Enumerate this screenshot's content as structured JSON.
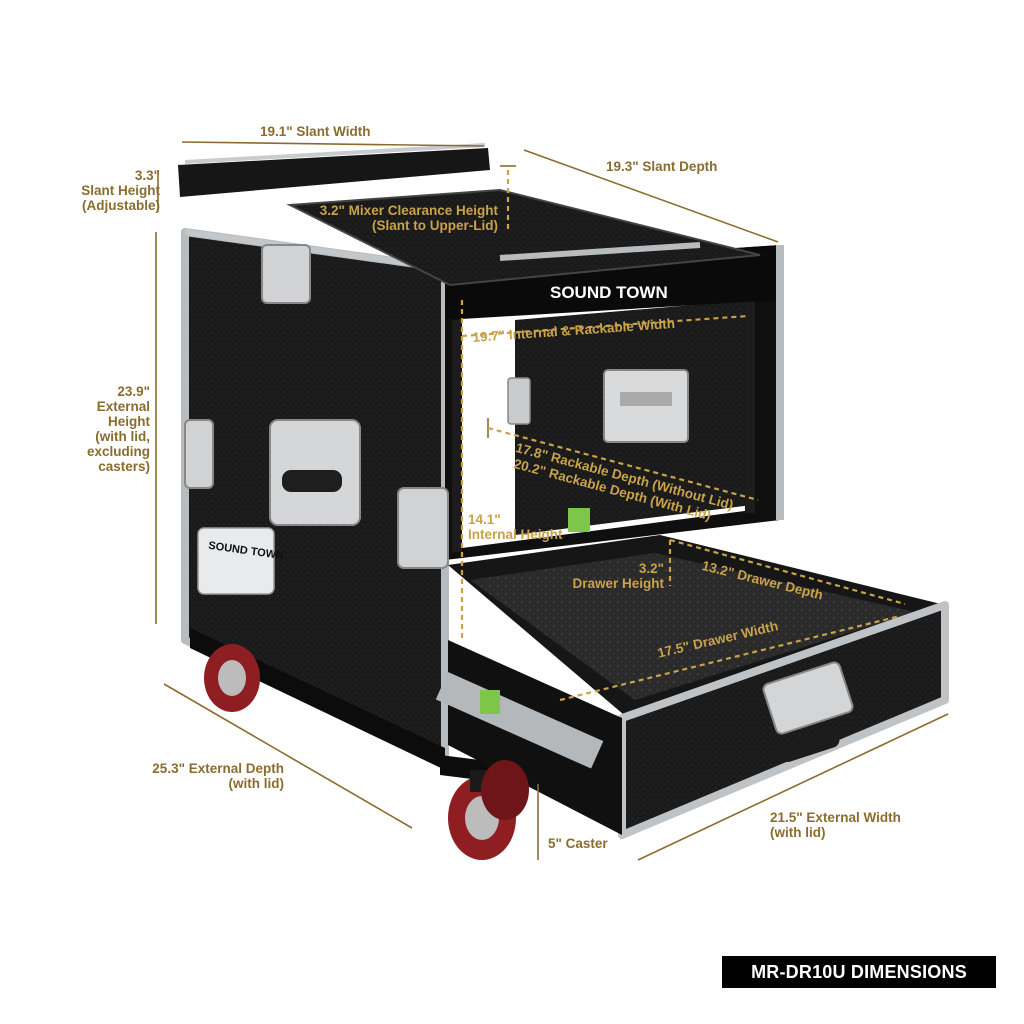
{
  "product_tag": "MR-DR10U DIMENSIONS",
  "brand": "SOUND TOWN",
  "colors": {
    "dimension_line": "#8a6d2e",
    "case_black": "#141414",
    "aluminum": "#c9ccce",
    "wheel_red": "#8e1e22",
    "tag_background": "#000000"
  },
  "labels": {
    "slant_width": "19.1\" Slant Width",
    "slant_depth": "19.3\" Slant Depth",
    "slant_height": [
      "3.3\"",
      "Slant Height",
      "(Adjustable)"
    ],
    "mixer_clearance": [
      "3.2\" Mixer Clearance Height",
      "(Slant to Upper-Lid)"
    ],
    "internal_width": "19.7\" Internal & Rackable Width",
    "external_height": [
      "23.9\"",
      "External",
      "Height",
      "(with lid,",
      "excluding",
      "casters)"
    ],
    "rack_depth_no_lid": "17.8\" Rackable Depth (Without Lid)",
    "rack_depth_with_lid": "20.2\" Rackable Depth (With Lid)",
    "internal_height": [
      "14.1\"",
      "Internal Height"
    ],
    "drawer_height": [
      "3.2\"",
      "Drawer Height"
    ],
    "drawer_depth": "13.2\" Drawer Depth",
    "drawer_width": "17.5\" Drawer Width",
    "external_depth": [
      "25.3\" External Depth",
      "(with lid)"
    ],
    "external_width": [
      "21.5\" External Width",
      "(with lid)"
    ],
    "caster": "5\" Caster"
  }
}
